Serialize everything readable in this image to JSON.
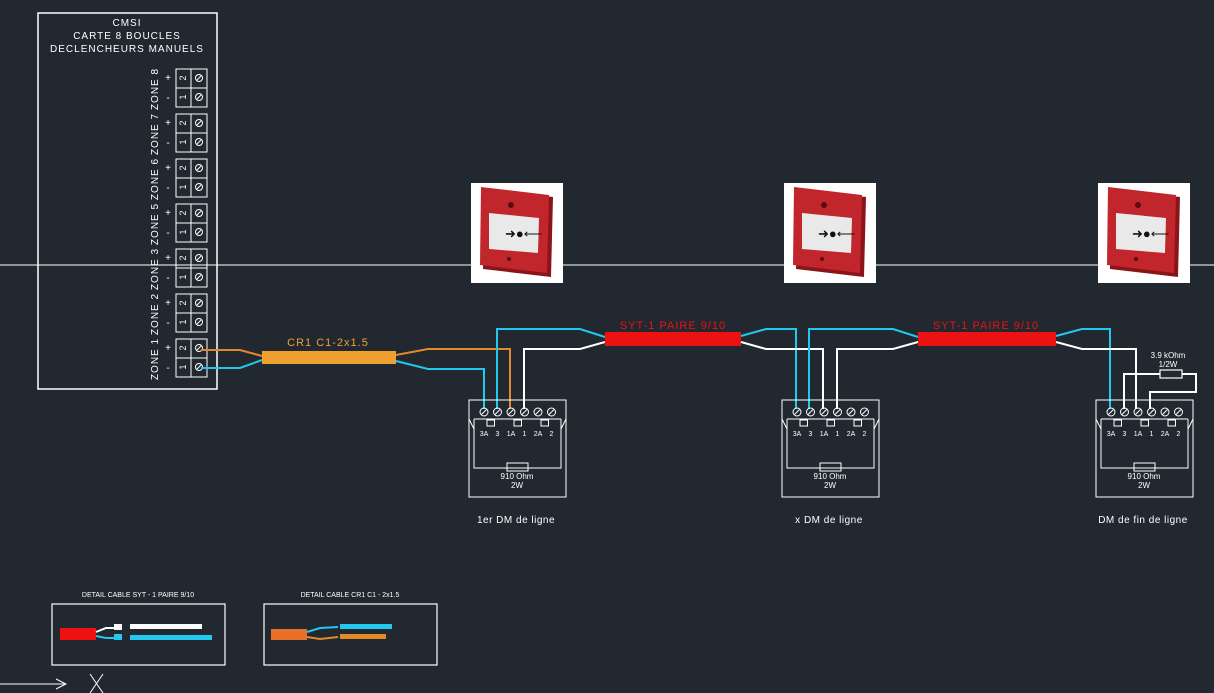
{
  "panel": {
    "title_line1": "CMSI",
    "title_line2": "CARTE 8 BOUCLES",
    "title_line3": "DECLENCHEURS MANUELS",
    "zones": [
      {
        "label": "ZONE 8"
      },
      {
        "label": "ZONE 7"
      },
      {
        "label": "ZONE 6"
      },
      {
        "label": "ZONE 5"
      },
      {
        "label": "ZONE 3"
      },
      {
        "label": "ZONE 2"
      },
      {
        "label": "ZONE 1"
      }
    ],
    "plus": "+",
    "minus": "-",
    "term_top": "2",
    "term_bottom": "1"
  },
  "cables": {
    "cr1_label": "CR1 C1-2x1.5",
    "syt_label": "SYT-1 PAIRE 9/10"
  },
  "modules": {
    "terminals": [
      "3A",
      "3",
      "1A",
      "1",
      "2A",
      "2"
    ],
    "resistor_value": "910 Ohm",
    "resistor_power": "2W",
    "names": [
      "1er DM de ligne",
      "x DM de ligne",
      "DM de fin de ligne"
    ]
  },
  "eol_resistor": {
    "value": "3.9 kOhm",
    "power": "1/2W"
  },
  "details": {
    "syt_title": "DETAIL CABLE SYT - 1 PAIRE 9/10",
    "cr1_title": "DETAIL CABLE CR1 C1 - 2x1.5"
  },
  "colors": {
    "background": "#212830",
    "line": "#ffffff",
    "blue": "#22c8ee",
    "orange": "#e08a2a",
    "cable_orange": "#f0a030",
    "red": "#ee1111",
    "callpoint_red": "#b81e24"
  }
}
